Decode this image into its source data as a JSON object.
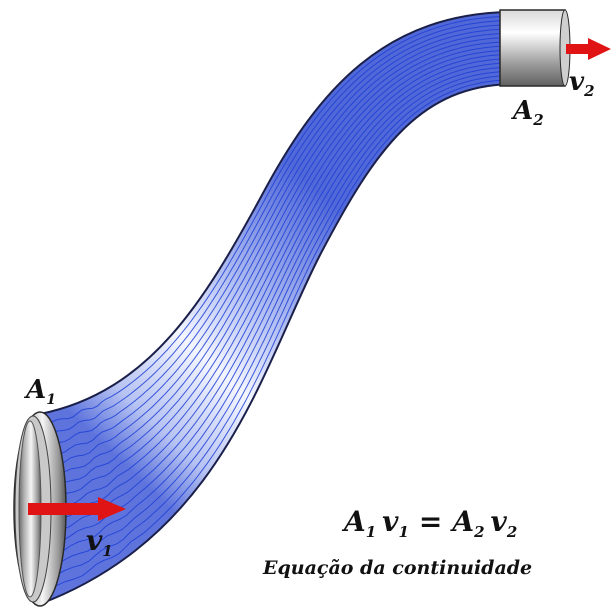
{
  "labels": {
    "area_inlet": {
      "base": "A",
      "sub": "1"
    },
    "area_outlet": {
      "base": "A",
      "sub": "2"
    },
    "velocity_inlet": {
      "base": "v",
      "sub": "1"
    },
    "velocity_outlet": {
      "base": "v",
      "sub": "2"
    }
  },
  "equation": {
    "a1": "A",
    "s1": "1",
    "v1": "v",
    "s2": "1",
    "eq": "=",
    "a2": "A",
    "s3": "2",
    "v2": "v",
    "s4": "2"
  },
  "caption": "Equação da continuidade",
  "colors": {
    "tube_fill": "#4a64d8",
    "tube_highlight": "#ffffff",
    "streamline": "#1f3fd6",
    "arrow": "#e01414",
    "metal_dark": "#5a5a5a",
    "metal_light": "#f2f2f2",
    "outline": "#1a1f4a"
  }
}
